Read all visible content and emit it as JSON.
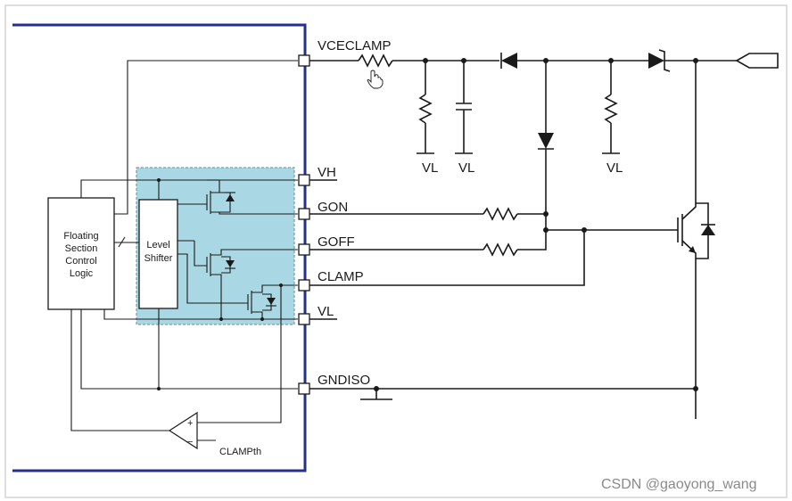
{
  "pins": {
    "vceclamp": "VCECLAMP",
    "vh": "VH",
    "gon": "GON",
    "goff": "GOFF",
    "clamp": "CLAMP",
    "vl": "VL",
    "gndiso": "GNDISO"
  },
  "blocks": {
    "control_logic": [
      "Floating",
      "Section",
      "Control",
      "Logic"
    ],
    "level_shifter": [
      "Level",
      "Shifter"
    ]
  },
  "labels": {
    "vl_1": "VL",
    "vl_2": "VL",
    "vl_3": "VL",
    "clampth": "CLAMPth",
    "plus": "+",
    "minus": "−"
  },
  "watermark": "CSDN @gaoyong_wang",
  "colors": {
    "frame_blue": "#23318c",
    "shade_fill": "#a9d8e4",
    "wire": "#1a1a1a"
  }
}
